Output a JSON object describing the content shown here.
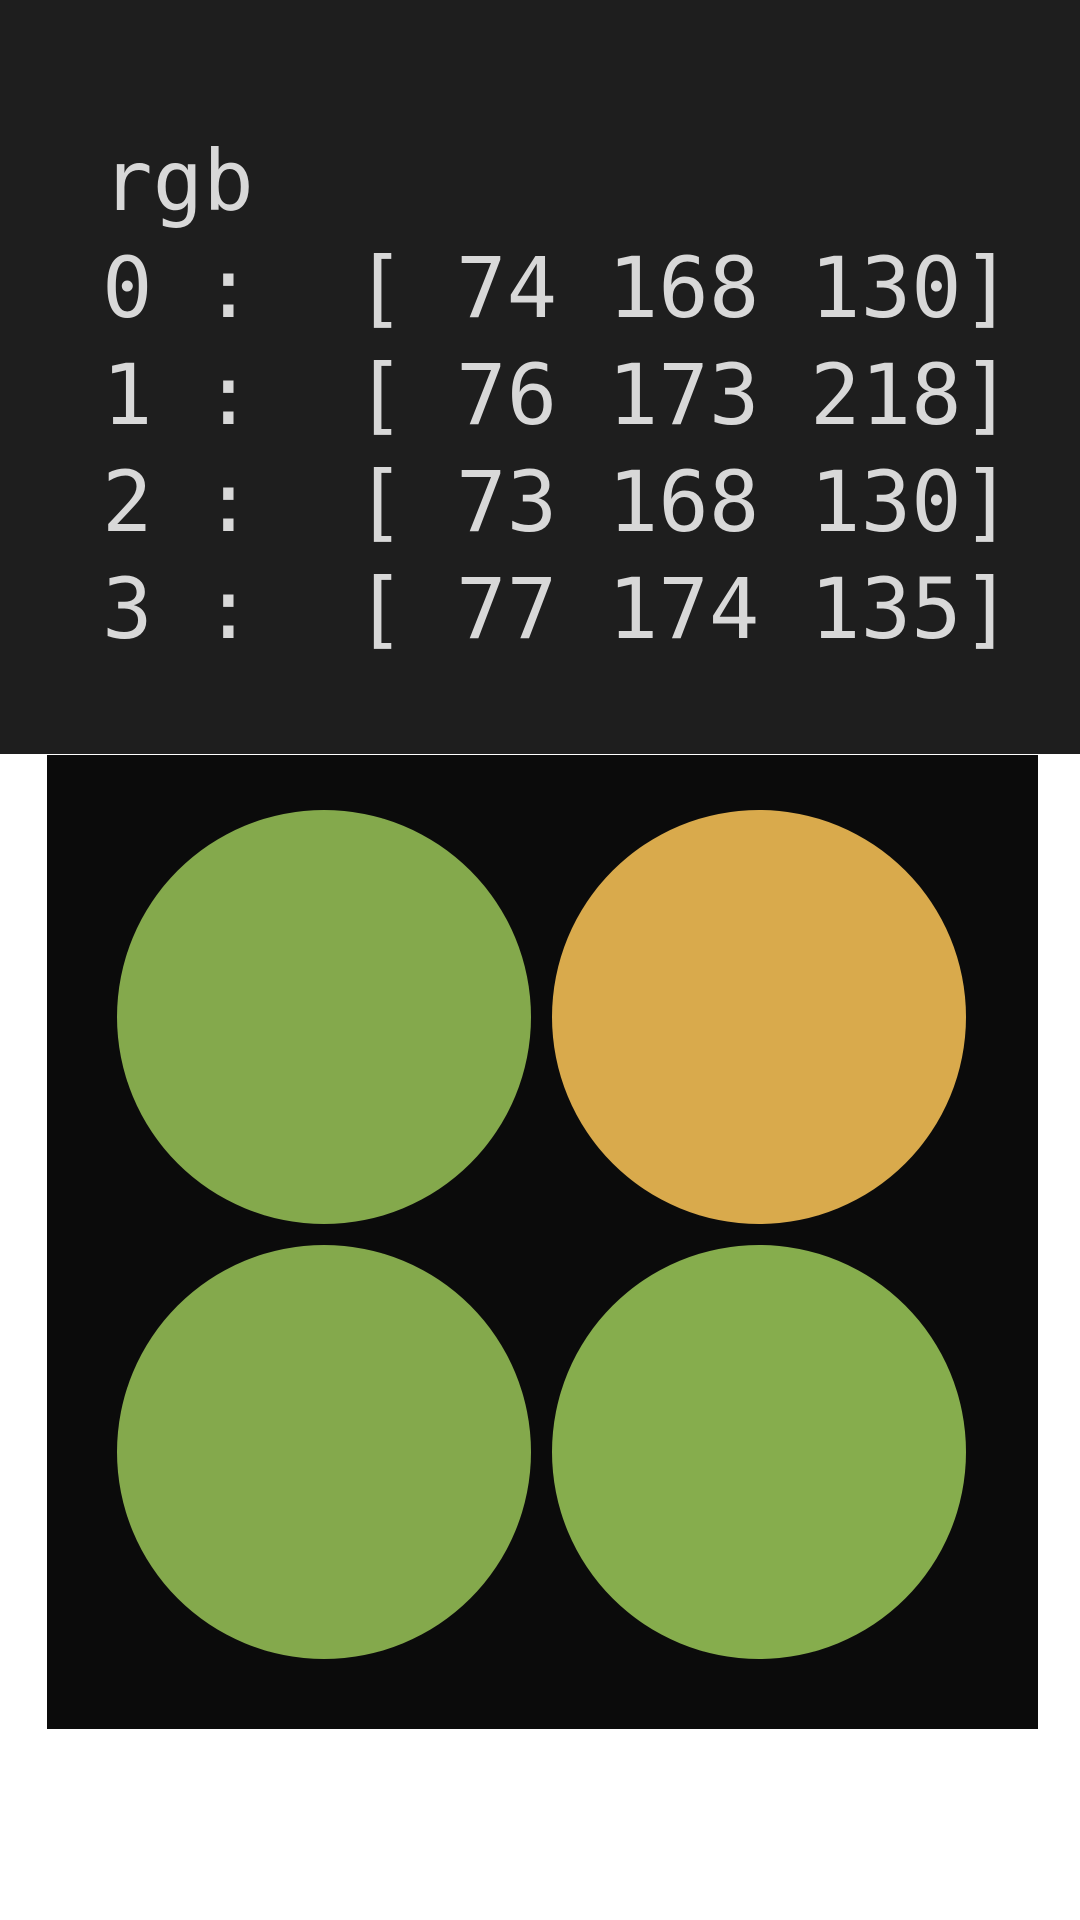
{
  "console": {
    "header": "rgb",
    "rows": [
      {
        "index": "0",
        "text": "0 :  [ 74 168 130]"
      },
      {
        "index": "1",
        "text": "1 :  [ 76 173 218]"
      },
      {
        "index": "2",
        "text": "2 :  [ 73 168 130]"
      },
      {
        "index": "3",
        "text": "3 :  [ 77 174 135]"
      }
    ]
  },
  "swatches": {
    "colors": [
      "#84a94c",
      "#d9aa4c",
      "#84a94c",
      "#86ad4d"
    ],
    "background": "#0b0b0b"
  }
}
